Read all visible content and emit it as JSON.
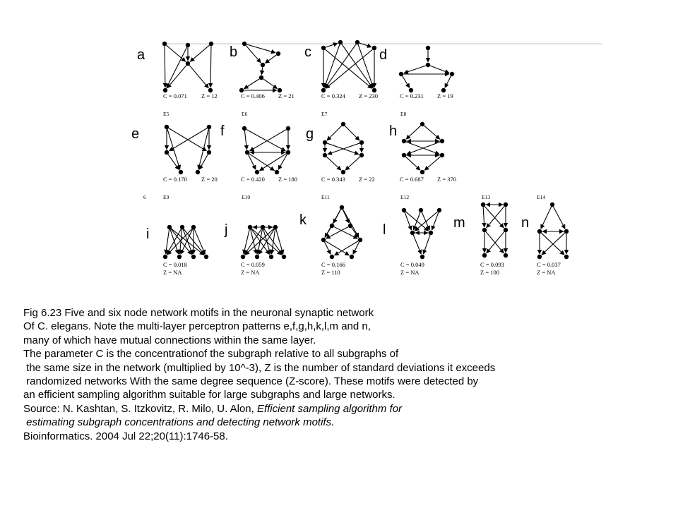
{
  "figure": {
    "edge_labels": [
      "E5",
      "E6",
      "E7",
      "E8",
      "E9",
      "E10",
      "E11",
      "E12",
      "E13",
      "E14"
    ],
    "stray_label": "6",
    "motifs": [
      {
        "letter": "a",
        "c": "C = 0.071",
        "z": "Z = 12"
      },
      {
        "letter": "b",
        "c": "C = 0.406",
        "z": "Z = 21"
      },
      {
        "letter": "c",
        "c": "C = 0.324",
        "z": "Z = 230"
      },
      {
        "letter": "d",
        "c": "C = 0.231",
        "z": "Z = 19"
      },
      {
        "letter": "e",
        "c": "C = 0.170",
        "z": "Z = 20"
      },
      {
        "letter": "f",
        "c": "C = 0.420",
        "z": "Z = 180"
      },
      {
        "letter": "g",
        "c": "C = 0.343",
        "z": "Z = 22"
      },
      {
        "letter": "h",
        "c": "C = 0.687",
        "z": "Z = 370"
      },
      {
        "letter": "i",
        "c": "C = 0.018",
        "z": "Z = NA"
      },
      {
        "letter": "j",
        "c": "C = 0.059",
        "z": "Z = NA"
      },
      {
        "letter": "k",
        "c": "C = 0.166",
        "z": "Z = 110"
      },
      {
        "letter": "l",
        "c": "C = 0.049",
        "z": "Z = NA"
      },
      {
        "letter": "m",
        "c": "C = 0.093",
        "z": "Z = 100"
      },
      {
        "letter": "n",
        "c": "C = 0.037",
        "z": "Z = NA"
      }
    ]
  },
  "caption": {
    "line1": "Fig 6.23 Five and six node network motifs in the neuronal synaptic network",
    "line2": "Of C. elegans. Note the multi-layer perceptron patterns e,f,g,h,k,l,m and n,",
    "line3": "many of which have mutual connections within the same layer.",
    "line4": "The parameter C is the concentrationof the subgraph relative to all subgraphs of",
    "line5": " the same size in the network (multiplied by 10^-3), Z is the number of standard deviations it exceeds",
    "line6": " randomized networks With the same degree sequence (Z-score). These motifs were detected by",
    "line7": "an efficient sampling algorithm suitable for large subgraphs and large networks.",
    "line8_prefix": "Source: N. Kashtan, S. Itzkovitz, R. Milo, U. Alon, ",
    "line8_title": "Efficient sampling algorithm for",
    "line9_title": " estimating subgraph concentrations and detecting network motifs.",
    "line10": "Bioinformatics. 2004 Jul 22;20(11):1746-58."
  }
}
